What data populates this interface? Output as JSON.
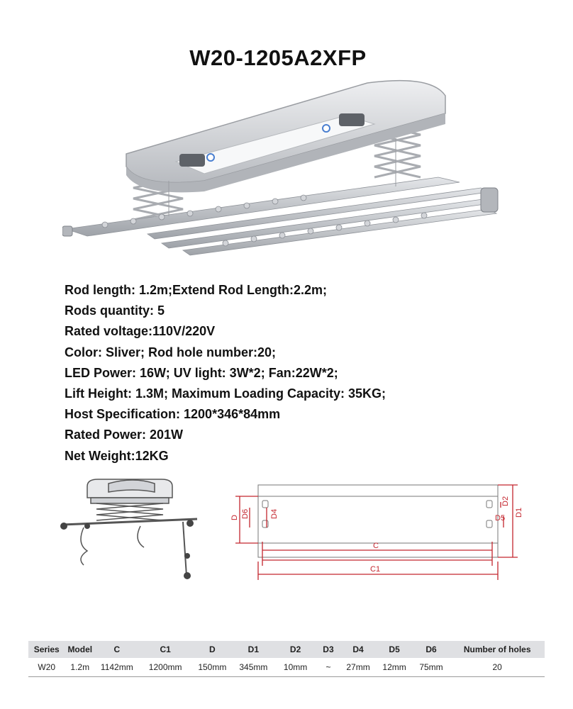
{
  "title": "W20-1205A2XFP",
  "specs": [
    "Rod length: 1.2m;Extend Rod Length:2.2m;",
    "Rods quantity: 5",
    "Rated voltage:110V/220V",
    "Color: Sliver; Rod hole number:20;",
    "LED Power: 16W; UV light: 3W*2; Fan:22W*2;",
    "Lift Height: 1.3M; Maximum Loading Capacity: 35KG;",
    "Host Specification: 1200*346*84mm",
    "Rated Power: 201W",
    "Net Weight:12KG"
  ],
  "diagram": {
    "labels": {
      "d": "D",
      "d1": "D1",
      "d2": "D2",
      "d4": "D4",
      "d5": "D5",
      "d6": "D6",
      "c": "C",
      "c1": "C1"
    }
  },
  "table": {
    "headers": [
      "Series",
      "Model",
      "C",
      "C1",
      "D",
      "D1",
      "D2",
      "D3",
      "D4",
      "D5",
      "D6",
      "Number of holes"
    ],
    "row": [
      "W20",
      "1.2m",
      "1142mm",
      "1200mm",
      "150mm",
      "345mm",
      "10mm",
      "~",
      "27mm",
      "12mm",
      "75mm",
      "20"
    ]
  },
  "colors": {
    "dimension_lines": "#c4262e",
    "product_metal": "#c9cbcf",
    "table_header_bg": "#dfe0e3"
  }
}
